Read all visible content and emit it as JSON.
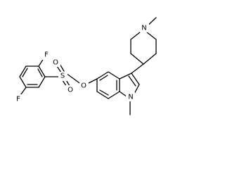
{
  "atoms": {
    "f_top": "F",
    "f_bottom": "F",
    "s": "S",
    "o_upper": "O",
    "o_lower": "O",
    "o_ester": "O",
    "n_indole": "N",
    "n_piperidine": "N"
  },
  "colors": {
    "bond": "#000000",
    "label": "#000000",
    "background": "#ffffff"
  }
}
